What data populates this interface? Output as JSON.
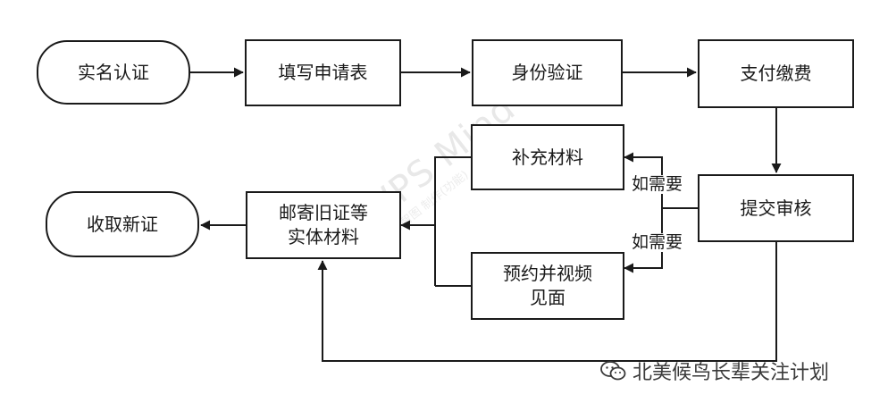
{
  "diagram": {
    "nodes": {
      "real_name": "实名认证",
      "fill_form": "填写申请表",
      "id_verify": "身份验证",
      "pay_fee": "支付缴费",
      "submit_review": "提交审核",
      "supplement": "补充材料",
      "video_meeting": "预约并视频\n见面",
      "mail_docs": "邮寄旧证等\n实体材料",
      "receive_cert": "收取新证"
    },
    "edge_labels": {
      "to_supplement": "如需要",
      "to_video": "如需要"
    }
  },
  "watermark": {
    "main": "WPS Mind",
    "sub": "WPS心智图 制作(功能)"
  },
  "credit": {
    "text": "北美候鸟长辈关注计划",
    "icon": "wechat-icon"
  }
}
